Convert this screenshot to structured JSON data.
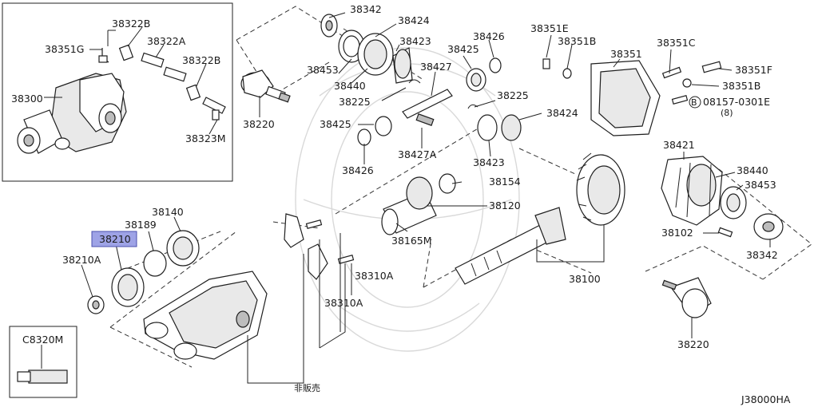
{
  "diagram_code": "J38000HA",
  "not_for_sale_label": "非販売",
  "highlight_color": "#9ea3e6",
  "callouts": {
    "c38342_top": "38342",
    "c38424_top": "38424",
    "c38423_top": "38423",
    "c38426_top": "38426",
    "c38425_top": "38425",
    "c38427": "38427",
    "c38453_top": "38453",
    "c38440_top": "38440",
    "c38225_a": "38225",
    "c38220_top": "38220",
    "c38225_b": "38225",
    "c38424_mid": "38424",
    "c38425_mid": "38425",
    "c38426_mid": "38426",
    "c38427A": "38427A",
    "c38423_mid": "38423",
    "c38351E": "38351E",
    "c38351B_a": "38351B",
    "c38351C": "38351C",
    "c38351": "38351",
    "c38351F": "38351F",
    "c38351B_b": "38351B",
    "c08157_0301E": "08157-0301E",
    "c08157_qty": "(8)",
    "c08157_B": "B",
    "c38421": "38421",
    "c38440_right": "38440",
    "c38453_right": "38453",
    "c38102": "38102",
    "c38342_right": "38342",
    "c38220_bottom": "38220",
    "c38154": "38154",
    "c38120": "38120",
    "c38165M": "38165M",
    "c38100": "38100",
    "c38140": "38140",
    "c38189": "38189",
    "c38210": "38210",
    "c38210A": "38210A",
    "c38310A_a": "38310A",
    "c38310A_b": "38310A",
    "c38322B_a": "38322B",
    "c38322A": "38322A",
    "c38322B_b": "38322B",
    "c38351G": "38351G",
    "c38300": "38300",
    "c38323M": "38323M",
    "cC8320M": "C8320M"
  }
}
